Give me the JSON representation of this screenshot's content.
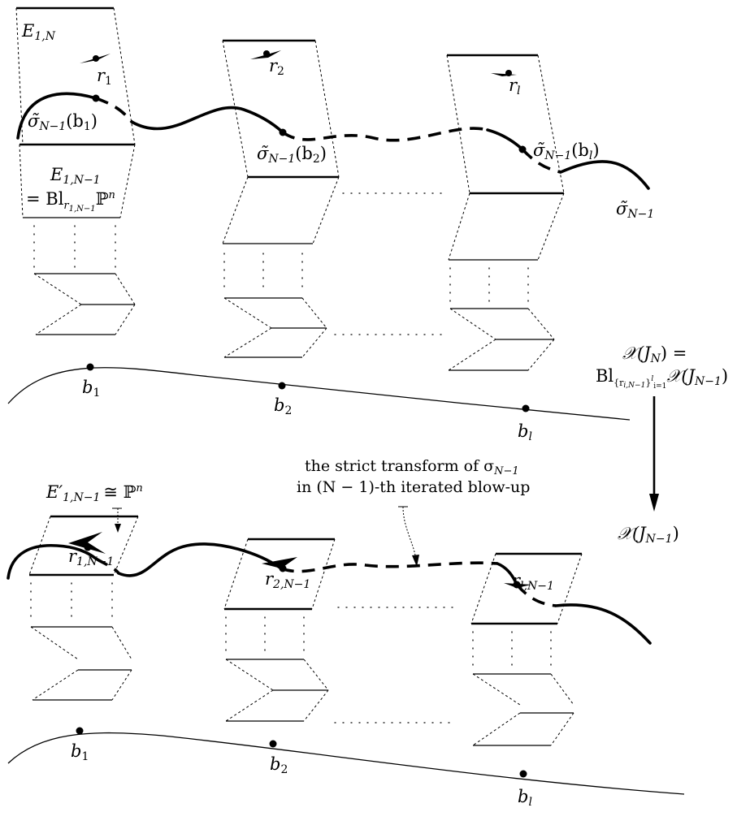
{
  "labels": {
    "e_1n": "E",
    "e_1n_sub": "1,N",
    "r1": "r",
    "r1_sub": "1",
    "r2": "r",
    "r2_sub": "2",
    "rl": "r",
    "rl_sub": "l",
    "sigma_b1": "σ̃",
    "sigma_b1_sub": "N−1",
    "sigma_b1_arg": "(b",
    "sigma_b1_arg_sub": "1",
    "sigma_b1_close": ")",
    "sigma_b2": "σ̃",
    "sigma_b2_sub": "N−1",
    "sigma_b2_arg": "(b",
    "sigma_b2_arg_sub": "2",
    "sigma_b2_close": ")",
    "sigma_bl": "σ̃",
    "sigma_bl_sub": "N−1",
    "sigma_bl_arg": "(b",
    "sigma_bl_arg_sub": "l",
    "sigma_bl_close": ")",
    "sigma_end": "σ̃",
    "sigma_end_sub": "N−1",
    "e_1n1": "E",
    "e_1n1_sub": "1,N−1",
    "bl_eq": "= Bl",
    "bl_eq_sub": "r",
    "bl_eq_subsub": "1,N−1",
    "bl_eq_pn": "ℙ",
    "bl_eq_pn_sup": "n",
    "top_b1": "b",
    "top_b1_sub": "1",
    "top_b2": "b",
    "top_b2_sub": "2",
    "top_bl": "b",
    "top_bl_sub": "l",
    "xjn": "𝒳(J",
    "xjn_sub": "N",
    "xjn_close": ") =",
    "bl2": "Bl",
    "bl2_sub": "{r",
    "bl2_subsub": "i,N−1",
    "bl2_sub2": "}",
    "bl2_sub2_sup": "l",
    "bl2_sub2_sub": "i=1",
    "bl2_x": "𝒳(J",
    "bl2_x_sub": "N−1",
    "bl2_close": ")",
    "xjn1": "𝒳(J",
    "xjn1_sub": "N−1",
    "xjn1_close": ")",
    "strict_line1": "the strict transform of σ",
    "strict_line1_sub": "N−1",
    "strict_line2": "in (N − 1)-th iterated blow-up",
    "e_prime": "E′",
    "e_prime_sub": "1,N−1",
    "e_prime_iso": "≅ ℙ",
    "e_prime_sup": "n",
    "r1n": "r",
    "r1n_sub": "1,N−1",
    "r2n": "r",
    "r2n_sub": "2,N−1",
    "rln": "r",
    "rln_sub": "l,N−1",
    "bot_b1": "b",
    "bot_b1_sub": "1",
    "bot_b2": "b",
    "bot_b2_sub": "2",
    "bot_bl": "b",
    "bot_bl_sub": "l"
  }
}
